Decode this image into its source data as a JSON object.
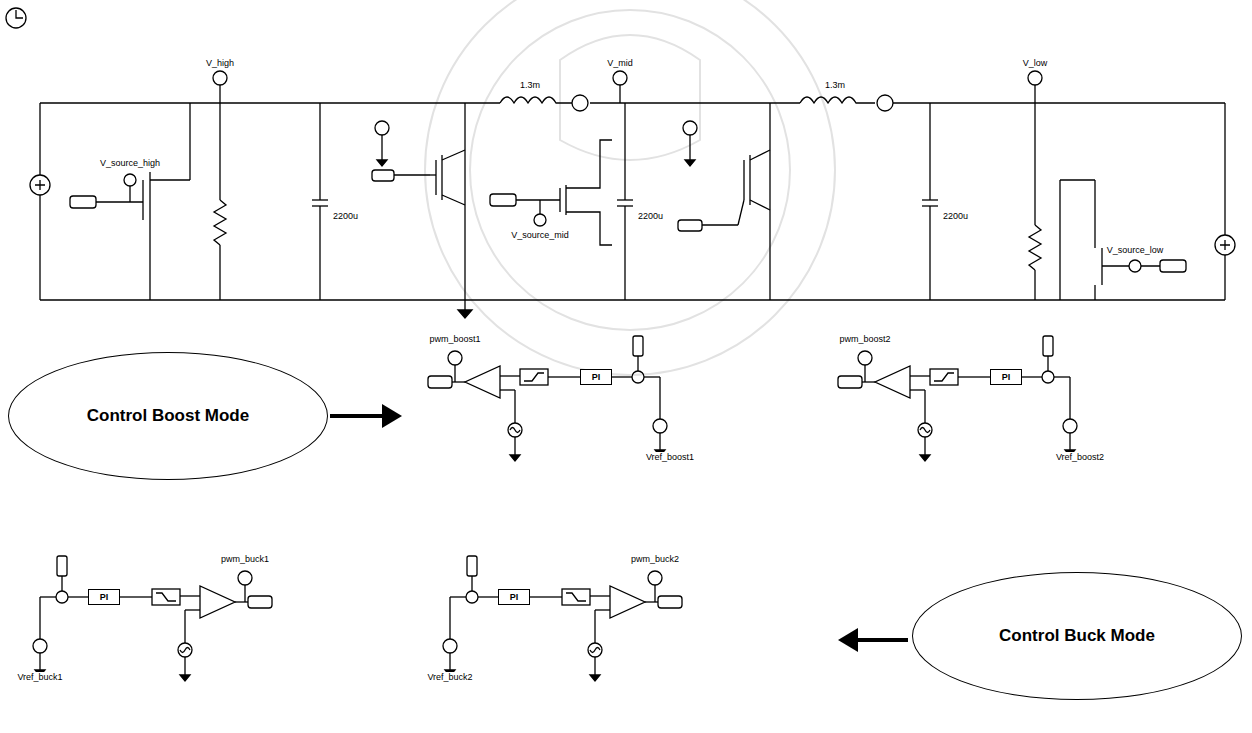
{
  "diagram": {
    "nodes": [
      {
        "text": [
          "Control Boost Mode"
        ]
      },
      {
        "text": [
          "PI"
        ]
      },
      {
        "text": [
          "PI"
        ]
      },
      {
        "text": [
          "PI"
        ]
      },
      {
        "text": [
          "PI"
        ]
      },
      {
        "text": [
          "Control Buck Mode"
        ]
      }
    ],
    "labels": [
      "V_high",
      "V_mid",
      "V_low",
      "1.3m",
      "1.3m",
      "2200u",
      "2200u",
      "2200u",
      "V_source_high",
      "V_source_mid",
      "V_source_low",
      "pwm_boost1",
      "pwm_boost2",
      "pwm_buck1",
      "pwm_buck2",
      "Vref_boost1",
      "Vref_boost2",
      "Vref_buck1",
      "Vref_buck2"
    ]
  }
}
